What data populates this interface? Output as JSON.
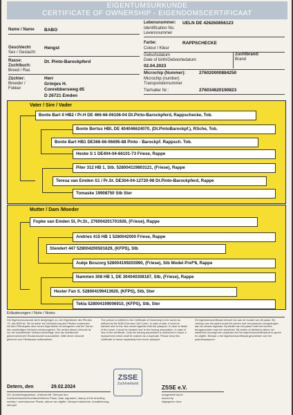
{
  "header": {
    "title_de": "EIGENTUMSURKUNDE",
    "title_en_nl": "CERTIFICATE OF OWNERSHIP - EIGENDOMSCERTIFICAAT"
  },
  "fields": {
    "name_label": "Name / Name",
    "name_value": "BABO",
    "lifenumber_label_1": "Lebensnummer:",
    "lifenumber_value": "UELN DE 426260856123",
    "lifenumber_label_2": "Identification No.",
    "lifenumber_label_3": "Levensnummer",
    "sex_label_1": "Geschlecht",
    "sex_label_2": "Sex / Geslacht",
    "sex_value": "Hengst",
    "color_label_1": "Farbe:",
    "color_value": "RAPPSCHECKE",
    "color_label_2": "Colour / Kleur",
    "breed_label_1": "Rasse:",
    "breed_label_2": "Zuchtbuch:",
    "breed_label_3": "Breed / Ras",
    "breed_value": "Dt. Pinto-Barockpferd",
    "dob_label_1": "Geburtsdatum",
    "dob_label_2": "Date of birth/Geboortedatum",
    "dob_value": "02.04.2023",
    "brand_label_1": "Zuchtbrand:",
    "brand_label_2": "Brand",
    "breeder_label_1": "Züchter:",
    "breeder_label_2": "Breeder /",
    "breeder_label_3": "Fokker",
    "breeder_name_1": "Herr",
    "breeder_name_2": "Grimjes H.",
    "breeder_street": "Conrebbersweg 85",
    "breeder_city": "D 26721  Emden",
    "microchip_label_1": "Microchip (Nummer):",
    "microchip_value": "276020000884250",
    "microchip_label_2": "Microchip (number)",
    "microchip_label_3": "Transpondernummer",
    "vet_label": "Tierhalter Nr.:",
    "vet_value": "276034620190823"
  },
  "pedigree": {
    "sire_title": "Vater / Sire / Vader",
    "dam_title": "Mutter / Dam /Moeder",
    "sire": "Bonte Bart II HB2 / Pr.H DE 466-66-06106-04 Dt.Pinto-Barockpferd, Rappschecke, Tob.",
    "sire_sire": "Bonte Bart HB1 DE366-66-06695-88 Pinto - Barockpf. Rappsch. Tob.",
    "sire_sire_sire": "Bonte Bertus HBI, DE 404046624070, (Dt.PintoBarockpf.), RSche, Tob.",
    "sire_sire_dam": "Heske S 1 DE404-04-66101-73 Friese, Rappe",
    "sire_dam": "Teresa van Emden S1 / Pr.St. DE304-04-12720-98 Dt.Pinto-Barockpferd, Rappe",
    "sire_dam_sire": "Piter 312 HB 1, Stb. 528004119803121, (Friese), Rappe",
    "sire_dam_dam": "Tomaske 19908750 Stb Ster",
    "dam": "Fopke van Emden Sl, Pr.St.,  276004201701926, (Friese), Rappe",
    "dam_sire": "Stendert 447  528004200501629, (KFPS), Stb",
    "dam_sire_sire": "Andries 415 HB 1 5280042000 Friese, Rappe",
    "dam_sire_dam": "Aukje Boszorg  528004199203990, (Friese), Stb Model Pref*8, Rappe",
    "dam_dam": "Hester Fan S.  528004199413920, (KFPS), Stb, Ster",
    "dam_dam_sire": "Nammen 308 HB 1,  DE 304040308187, Stb, (Friese), Rappe",
    "dam_dam_dam": "Tekla  528004199006910, (KFPS), Stb, Ster"
  },
  "notes": {
    "title": "Erläuterungen / Note / Notes",
    "col_de": "Die Eigentumsurkunde steht demjenigen zu, der Eigentümer des Pferdes i.S. des BGB ist. Sie ist daher bei Veräußerung des Pferdes zusammen mit dem Pferdepass dem neuen Eigentümer zu übergeben und bei Tod an den zuständigen Verband zurückzugeben. Sie verliert dieser Urkunde ist nur der ausstellende Verband berechtigt; eine als Zweitschrift gekennzeichnete Ersatzurkunde auszustellen. Bitte diese Urkunde getrennt vom Pferdepass aufbewahren.",
    "col_en": "The person is entitled to the Certificate of Ownership is the owner as defined by the BGB (German Civil Code). In case of sale, it must be handed over to the new owner together with the passport. In case of death of the horse, it must be handed over to the issuing association. In case of loss of the certificate. Only the issuing association is authorized to issue a replacement which shall be marked as a duplicate. Please keep this certificate of owner separately from horse passport.",
    "col_nl": "Dit eigendomscertificaat behoort toe aan de houder van dit paard. Bij verkoop van het paard wordt het samen met het paspoort overgedragen aan de nieuwe eigenaar. Bij sterfte van het paard moet het worden teruggezonden naar het stamboek. Bij verlies of diefstal is alleen het stamboek bevoegd een duplicaat van het eigendomscertificaat af te geven en uitgifte. Bewaar u het eigendomscertificaat gescheiden van het paardenpaspoort."
  },
  "footer": {
    "place_label": "Detern, den",
    "date_value": "29.02.2024",
    "place_caption": "Ort, Ausstellungsdatum, Unterschrift, Stempel des Zuchtverbandes/Zuchtbuchführers Place, date, signature, stamp of the breeding society / commissioner Plaats, datum van afgifte, Stempel stamboek, handtekening, stempel",
    "stamp_text": "ZSSE",
    "stamp_sub": "Zuchtverband",
    "issuer_name": "ZSSE e.V.",
    "issuer_caption": "Ausgestellt durch Issued by uitgegeven door"
  },
  "colors": {
    "panel_yellow": "#f5de2f",
    "banner_blue": "#b9c4cf"
  }
}
